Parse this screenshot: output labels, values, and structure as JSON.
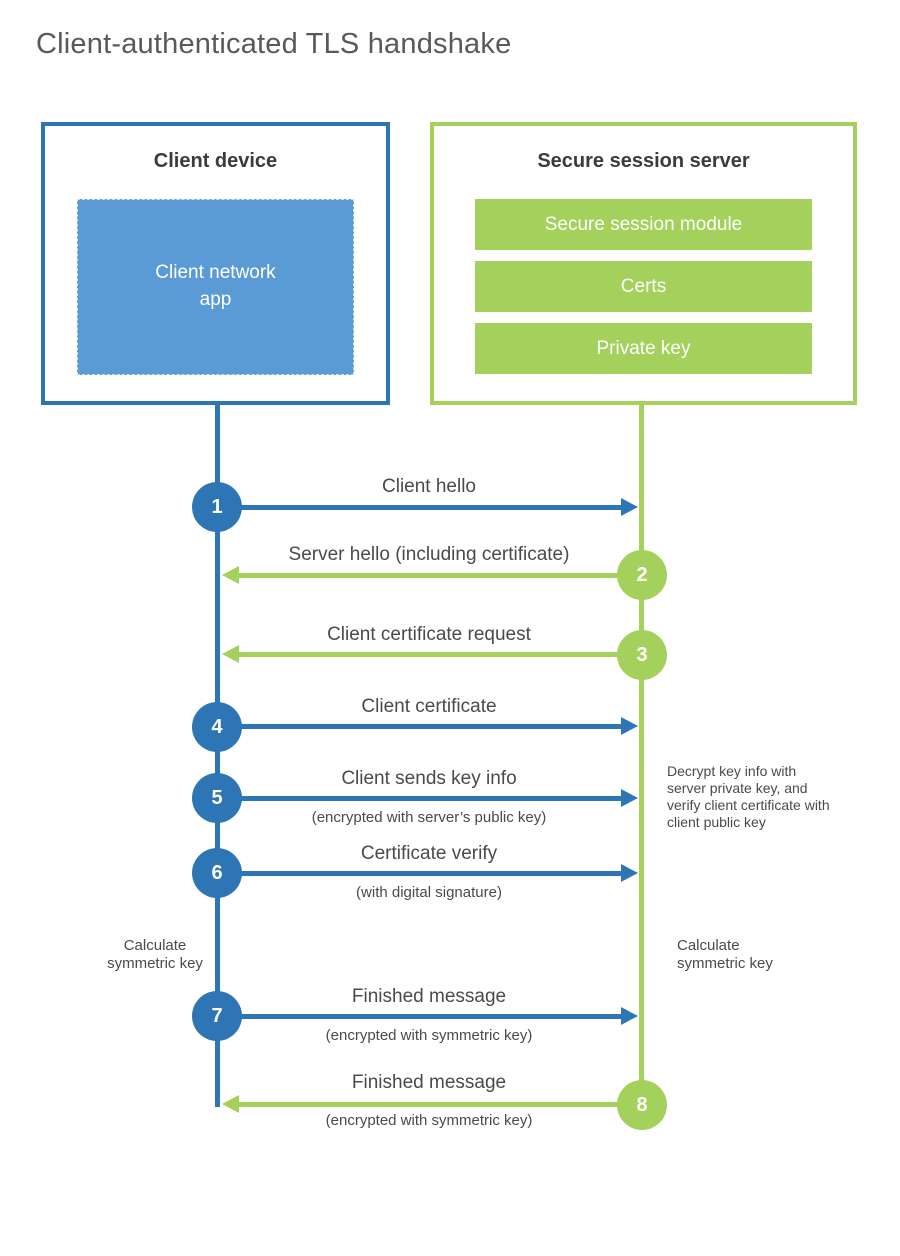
{
  "title": "Client-authenticated TLS handshake",
  "colors": {
    "blue": "#2e75b5",
    "blue_fill": "#5b9bd5",
    "green": "#a4d05c",
    "heading_text": "#3b3b3b",
    "label_text": "#4a4a4a"
  },
  "client": {
    "heading": "Client device",
    "app": "Client network app"
  },
  "server": {
    "heading": "Secure session server",
    "modules": [
      "Secure session module",
      "Certs",
      "Private key"
    ]
  },
  "steps": [
    {
      "num": "1",
      "label": "Client hello",
      "direction": "client-to-server"
    },
    {
      "num": "2",
      "label": "Server hello (including certificate)",
      "direction": "server-to-client"
    },
    {
      "num": "3",
      "label": "Client certificate request",
      "direction": "server-to-client"
    },
    {
      "num": "4",
      "label": "Client certificate",
      "direction": "client-to-server"
    },
    {
      "num": "5",
      "label": "Client sends key info",
      "sub": "(encrypted with server’s public key)",
      "direction": "client-to-server"
    },
    {
      "num": "6",
      "label": "Certificate verify",
      "sub": "(with digital signature)",
      "direction": "client-to-server"
    },
    {
      "num": "7",
      "label": "Finished message",
      "sub": "(encrypted with symmetric key)",
      "direction": "client-to-server"
    },
    {
      "num": "8",
      "label": "Finished message",
      "sub": "(encrypted with symmetric key)",
      "direction": "server-to-client"
    }
  ],
  "notes": {
    "decrypt": "Decrypt key info with server private key, and verify client certificate with client public key",
    "calculate_left": "Calculate symmetric key",
    "calculate_right": "Calculate symmetric key"
  }
}
